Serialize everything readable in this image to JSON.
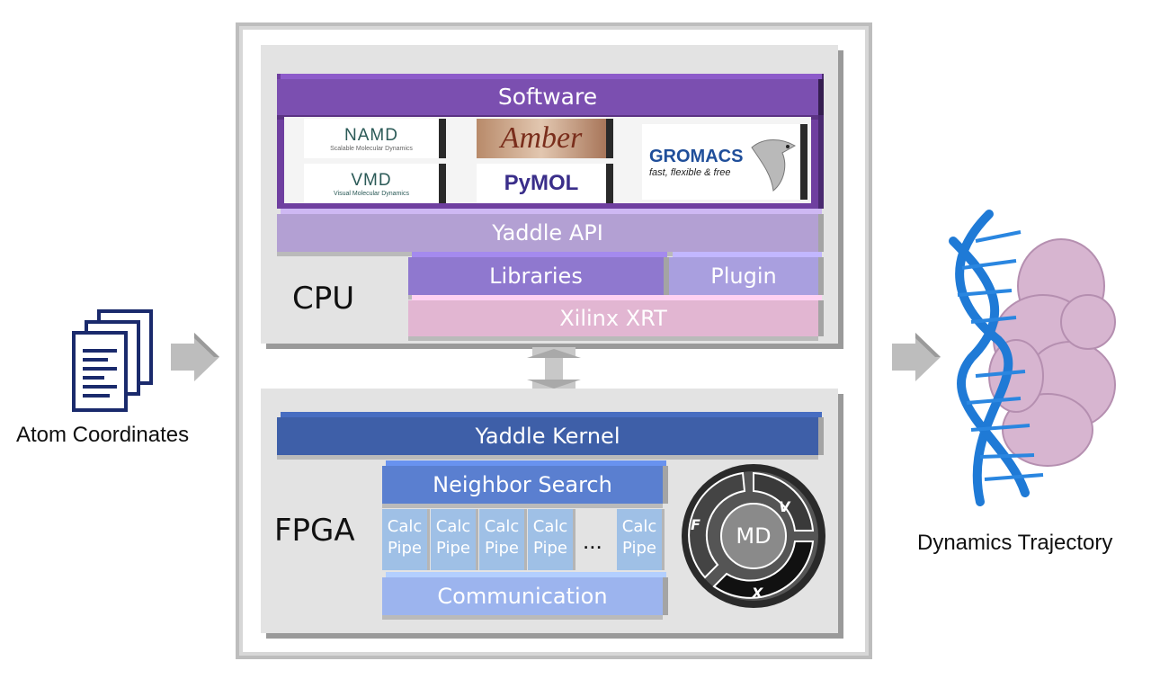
{
  "left": {
    "label": "Atom Coordinates",
    "icon": "documents-icon"
  },
  "right": {
    "label": "Dynamics Trajectory",
    "image": "dna-protein-structure"
  },
  "cpu": {
    "label": "CPU",
    "software": "Software",
    "logos": {
      "namd_title": "NAMD",
      "namd_sub": "Scalable Molecular Dynamics",
      "vmd_title": "VMD",
      "vmd_sub": "Visual Molecular Dynamics",
      "amber": "Amber",
      "pymol": "PyMOL",
      "gromacs": "GROMACS",
      "gromacs_sub": "fast, flexible & free"
    },
    "api": "Yaddle API",
    "libraries": "Libraries",
    "plugin": "Plugin",
    "xrt": "Xilinx XRT"
  },
  "fpga": {
    "label": "FPGA",
    "kernel": "Yaddle Kernel",
    "neighbor": "Neighbor Search",
    "calc_top": "Calc",
    "calc_bottom": "Pipe",
    "ellipsis": "...",
    "communication": "Communication",
    "cycle": {
      "center": "MD",
      "f": "F",
      "v": "V",
      "x": "X"
    }
  },
  "colors": {
    "software": "#7b4fb0",
    "api": "#b3a0d3",
    "libraries": "#8f78cf",
    "plugin": "#a99fdf",
    "xrt": "#e2b6d2",
    "kernel": "#3e5fa8",
    "neighbor": "#5a7fd0",
    "calc": "#9fc0e6",
    "communication": "#9cb4ee"
  }
}
